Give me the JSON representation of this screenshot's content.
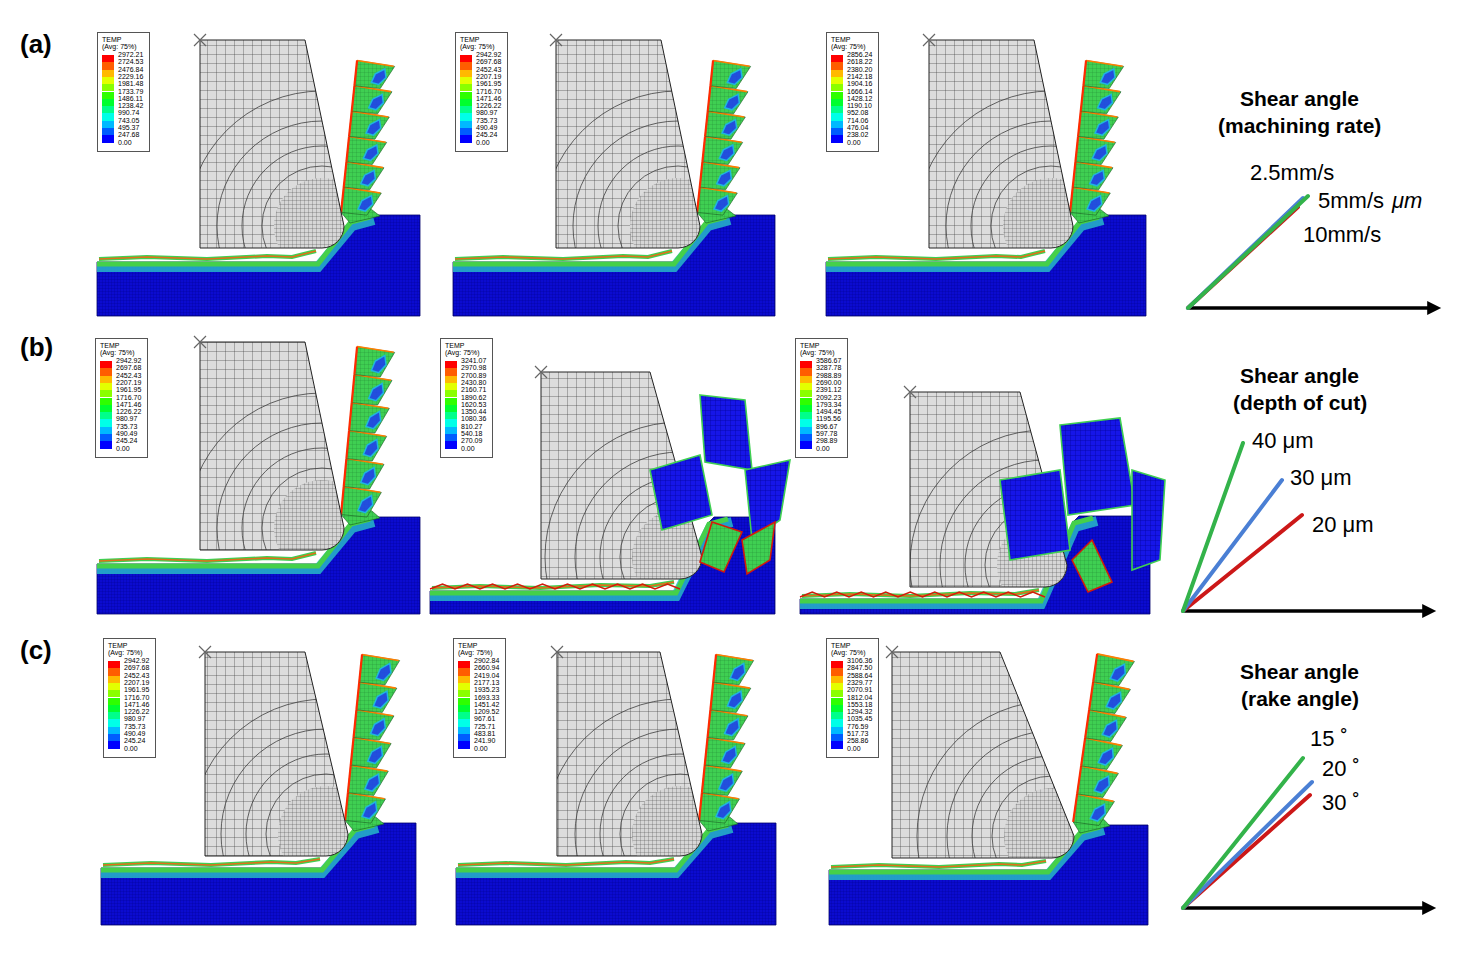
{
  "diagram": {
    "nodes": [
      {
        "text": [
          "TEMP",
          "(Avg: 75%)",
          "2972.21",
          "2724.53",
          "2476.84",
          "2229.16",
          "1981.48",
          "1733.79",
          "1486.11",
          "1238.42",
          "990.74",
          "743.05",
          "495.37",
          "247.68",
          "0.00"
        ]
      },
      {
        "text": [
          "TEMP",
          "(Avg: 75%)",
          "2942.92",
          "2697.68",
          "2452.43",
          "2207.19",
          "1961.95",
          "1716.70",
          "1471.46",
          "1226.22",
          "980.97",
          "735.73",
          "490.49",
          "245.24",
          "0.00"
        ]
      },
      {
        "text": [
          "TEMP",
          "(Avg: 75%)",
          "2856.24",
          "2618.22",
          "2380.20",
          "2142.18",
          "1904.16",
          "1666.14",
          "1428.12",
          "1190.10",
          "952.08",
          "714.06",
          "476.04",
          "238.02",
          "0.00"
        ]
      },
      {
        "text": [
          "TEMP",
          "(Avg: 75%)",
          "2942.92",
          "2697.68",
          "2452.43",
          "2207.19",
          "1961.95",
          "1716.70",
          "1471.46",
          "1226.22",
          "980.97",
          "735.73",
          "490.49",
          "245.24",
          "0.00"
        ]
      },
      {
        "text": [
          "TEMP",
          "(Avg: 75%)",
          "3241.07",
          "2970.98",
          "2700.89",
          "2430.80",
          "2160.71",
          "1890.62",
          "1620.53",
          "1350.44",
          "1080.36",
          "810.27",
          "540.18",
          "270.09",
          "0.00"
        ]
      },
      {
        "text": [
          "TEMP",
          "(Avg: 75%)",
          "3586.67",
          "3287.78",
          "2988.89",
          "2690.00",
          "2391.12",
          "2092.23",
          "1793.34",
          "1494.45",
          "1195.56",
          "896.67",
          "597.78",
          "298.89",
          "0.00"
        ]
      },
      {
        "text": [
          "TEMP",
          "(Avg: 75%)",
          "2942.92",
          "2697.68",
          "2452.43",
          "2207.19",
          "1961.95",
          "1716.70",
          "1471.46",
          "1226.22",
          "980.97",
          "735.73",
          "490.49",
          "245.24",
          "0.00"
        ]
      },
      {
        "text": [
          "TEMP",
          "(Avg: 75%)",
          "2902.84",
          "2660.94",
          "2419.04",
          "2177.13",
          "1935.23",
          "1693.33",
          "1451.42",
          "1209.52",
          "967.61",
          "725.71",
          "483.81",
          "241.90",
          "0.00"
        ]
      },
      {
        "text": [
          "TEMP",
          "(Avg: 75%)",
          "3106.36",
          "2847.50",
          "2588.64",
          "2329.77",
          "2070.91",
          "1812.04",
          "1553.18",
          "1294.32",
          "1035.45",
          "776.59",
          "517.73",
          "258.86",
          "0.00"
        ]
      }
    ],
    "labels": [
      "(a)",
      "(b)",
      "(c)",
      "Shear angle",
      "(machining rate)",
      "2.5mm/s",
      "5mm/s",
      "μm",
      "10mm/s",
      "Shear angle",
      "(depth of cut)",
      "40 μm",
      "30 μm",
      "20 μm",
      "Shear angle",
      "(rake angle)",
      "15 ˚",
      "20 ˚",
      "30 ˚"
    ]
  }
}
